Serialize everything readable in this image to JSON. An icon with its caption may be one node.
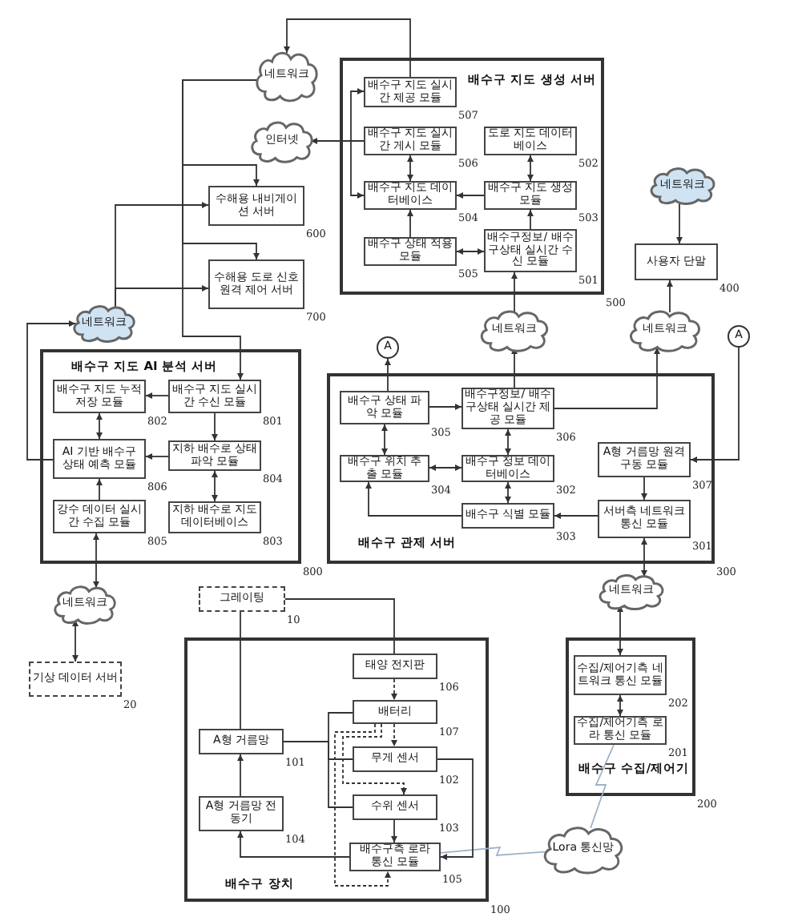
{
  "diagram": {
    "nodes": [
      {
        "text": [
          "네트워크"
        ]
      },
      {
        "text": [
          "인터넷"
        ]
      },
      {
        "text": [
          "배수구 지도 생성 서버"
        ],
        "beside": [
          "500"
        ]
      },
      {
        "text": [
          "배수구 지도 실시간 제공 모듈"
        ],
        "beside": [
          "507"
        ],
        "in": 2
      },
      {
        "text": [
          "배수구 지도 실시간 게시 모듈"
        ],
        "beside": [
          "506"
        ],
        "in": 2
      },
      {
        "text": [
          "도로 지도 데이터베이스"
        ],
        "beside": [
          "502"
        ],
        "in": 2
      },
      {
        "text": [
          "배수구 지도 데이터베이스"
        ],
        "beside": [
          "504"
        ],
        "in": 2
      },
      {
        "text": [
          "배수구 지도 생성 모듈"
        ],
        "beside": [
          "503"
        ],
        "in": 2
      },
      {
        "text": [
          "배수구 상태 적용 모듈"
        ],
        "beside": [
          "505"
        ],
        "in": 2
      },
      {
        "text": [
          "배수구정보/ 배수구상태 실시간 수신 모듈"
        ],
        "beside": [
          "501"
        ],
        "in": 2
      },
      {
        "text": [
          "수해용 내비게이션 서버"
        ],
        "beside": [
          "600"
        ]
      },
      {
        "text": [
          "수해용 도로 신호 원격 제어 서버"
        ],
        "beside": [
          "700"
        ]
      },
      {
        "text": [
          "네트워크"
        ]
      },
      {
        "text": [
          "사용자 단말"
        ],
        "beside": [
          "400"
        ]
      },
      {
        "text": [
          "네트워크"
        ]
      },
      {
        "text": [
          "A"
        ]
      },
      {
        "text": [
          "네트워크"
        ]
      },
      {
        "text": [
          "네트워크"
        ]
      },
      {
        "text": [
          "A"
        ]
      },
      {
        "text": [
          "배수구 지도 AI 분석 서버"
        ],
        "beside": [
          "800"
        ]
      },
      {
        "text": [
          "배수구 지도 실시간 수신 모듈"
        ],
        "beside": [
          "801"
        ],
        "in": 19
      },
      {
        "text": [
          "배수구 지도 누적 저장 모듈"
        ],
        "beside": [
          "802"
        ],
        "in": 19
      },
      {
        "text": [
          "AI 기반 배수구 상태 예측 모듈"
        ],
        "beside": [
          "806"
        ],
        "in": 19
      },
      {
        "text": [
          "지하 배수로 상태 파악 모듈"
        ],
        "beside": [
          "804"
        ],
        "in": 19
      },
      {
        "text": [
          "강수 데이터 실시간 수집 모듈"
        ],
        "beside": [
          "805"
        ],
        "in": 19
      },
      {
        "text": [
          "지하 배수로 지도 데이터베이스"
        ],
        "beside": [
          "803"
        ],
        "in": 19
      },
      {
        "text": [
          "배수구 관제 서버"
        ],
        "beside": [
          "300"
        ]
      },
      {
        "text": [
          "배수구 상태 파악 모듈"
        ],
        "beside": [
          "305"
        ],
        "in": 26
      },
      {
        "text": [
          "배수구정보/ 배수구상태 실시간 제공 모듈"
        ],
        "beside": [
          "306"
        ],
        "in": 26
      },
      {
        "text": [
          "A형 거름망 원격 구동 모듈"
        ],
        "beside": [
          "307"
        ],
        "in": 26
      },
      {
        "text": [
          "배수구 위치 추출 모듈"
        ],
        "beside": [
          "304"
        ],
        "in": 26
      },
      {
        "text": [
          "배수구 정보 데이터베이스"
        ],
        "beside": [
          "302"
        ],
        "in": 26
      },
      {
        "text": [
          "배수구 식별 모듈"
        ],
        "beside": [
          "303"
        ],
        "in": 26
      },
      {
        "text": [
          "서버측 네트워크 통신 모듈"
        ],
        "beside": [
          "301"
        ],
        "in": 26
      },
      {
        "text": [
          "네트워크"
        ]
      },
      {
        "text": [
          "네트워크"
        ]
      },
      {
        "text": [
          "기상 데이터 서버"
        ],
        "beside": [
          "20"
        ]
      },
      {
        "text": [
          "그레이팅"
        ],
        "beside": [
          "10"
        ]
      },
      {
        "text": [
          "배수구 장치"
        ],
        "beside": [
          "100"
        ]
      },
      {
        "text": [
          "태양 전지판"
        ],
        "beside": [
          "106"
        ],
        "in": 38
      },
      {
        "text": [
          "배터리"
        ],
        "beside": [
          "107"
        ],
        "in": 38
      },
      {
        "text": [
          "A형 거름망"
        ],
        "beside": [
          "101"
        ],
        "in": 38
      },
      {
        "text": [
          "무게 센서"
        ],
        "beside": [
          "102"
        ],
        "in": 38
      },
      {
        "text": [
          "수위 센서"
        ],
        "beside": [
          "103"
        ],
        "in": 38
      },
      {
        "text": [
          "A형 거름망 전동기"
        ],
        "beside": [
          "104"
        ],
        "in": 38
      },
      {
        "text": [
          "배수구측 로라 통신 모듈"
        ],
        "beside": [
          "105"
        ],
        "in": 38
      },
      {
        "text": [
          "배수구 수집/제어기"
        ],
        "beside": [
          "200"
        ]
      },
      {
        "text": [
          "수집/제어기측 네트워크 통신 모듈"
        ],
        "beside": [
          "202"
        ],
        "in": 46
      },
      {
        "text": [
          "수집/제어기측 로라 통신 모듈"
        ],
        "beside": [
          "201"
        ],
        "in": 46
      },
      {
        "text": [
          "Lora 통신망"
        ]
      }
    ],
    "edges": [
      {
        "from": 3,
        "to": 0,
        "arrow": "to"
      },
      {
        "from": 0,
        "to": 10,
        "arrow": "to"
      },
      {
        "from": 0,
        "to": 11,
        "arrow": "to"
      },
      {
        "from": 0,
        "to": 20,
        "arrow": "to"
      },
      {
        "from": 4,
        "to": 1,
        "arrow": "to"
      },
      {
        "from": 6,
        "to": 3,
        "arrow": "both"
      },
      {
        "from": 4,
        "to": 6,
        "arrow": "both"
      },
      {
        "from": 5,
        "to": 7,
        "arrow": "both"
      },
      {
        "from": 7,
        "to": 6,
        "arrow": "to"
      },
      {
        "from": 8,
        "to": 6,
        "arrow": "to"
      },
      {
        "from": 8,
        "to": 9,
        "arrow": "both"
      },
      {
        "from": 9,
        "to": 7,
        "arrow": "to"
      },
      {
        "from": 16,
        "to": 9,
        "arrow": "to"
      },
      {
        "from": 12,
        "to": 13,
        "arrow": "to"
      },
      {
        "from": 17,
        "to": 13,
        "arrow": "to"
      },
      {
        "from": 28,
        "to": 16,
        "arrow": "to"
      },
      {
        "from": 28,
        "to": 17,
        "arrow": "to"
      },
      {
        "from": 27,
        "to": 15,
        "arrow": "to"
      },
      {
        "from": 18,
        "to": 29,
        "arrow": "to"
      },
      {
        "from": 27,
        "to": 28,
        "arrow": "to"
      },
      {
        "from": 27,
        "to": 30,
        "arrow": "both"
      },
      {
        "from": 28,
        "to": 31,
        "arrow": "both"
      },
      {
        "from": 30,
        "to": 31,
        "arrow": "both"
      },
      {
        "from": 31,
        "to": 32,
        "arrow": "both"
      },
      {
        "from": 32,
        "to": 30,
        "arrow": "to"
      },
      {
        "from": 33,
        "to": 32,
        "arrow": "to"
      },
      {
        "from": 29,
        "to": 33,
        "arrow": "to"
      },
      {
        "from": 35,
        "to": 33,
        "arrow": "both"
      },
      {
        "from": 35,
        "to": 47,
        "arrow": "both"
      },
      {
        "from": 47,
        "to": 48,
        "arrow": "both"
      },
      {
        "from": 48,
        "to": 49,
        "arrow": "none",
        "color": "#9fb3c8"
      },
      {
        "from": 49,
        "to": 45,
        "arrow": "none",
        "color": "#9fb3c8"
      },
      {
        "from": 22,
        "to": 14,
        "arrow": "to"
      },
      {
        "from": 14,
        "to": 10,
        "arrow": "to"
      },
      {
        "from": 14,
        "to": 11,
        "arrow": "to"
      },
      {
        "from": 20,
        "to": 21,
        "arrow": "to"
      },
      {
        "from": 20,
        "to": 23,
        "arrow": "to"
      },
      {
        "from": 23,
        "to": 22,
        "arrow": "to"
      },
      {
        "from": 21,
        "to": 22,
        "arrow": "both"
      },
      {
        "from": 23,
        "to": 25,
        "arrow": "both"
      },
      {
        "from": 24,
        "to": 22,
        "arrow": "to"
      },
      {
        "from": 34,
        "to": 24,
        "arrow": "both"
      },
      {
        "from": 34,
        "to": 36,
        "arrow": "both"
      },
      {
        "from": 37,
        "to": 41,
        "arrow": "none"
      },
      {
        "from": 37,
        "to": 39,
        "arrow": "none"
      },
      {
        "from": 39,
        "to": 40,
        "arrow": "to",
        "style": "dashed"
      },
      {
        "from": 40,
        "to": 42,
        "arrow": "to",
        "style": "dashed"
      },
      {
        "from": 40,
        "to": 43,
        "arrow": "to",
        "style": "dashed"
      },
      {
        "from": 40,
        "to": 45,
        "arrow": "to",
        "style": "dashed"
      },
      {
        "from": 41,
        "to": 40,
        "arrow": "none"
      },
      {
        "from": 41,
        "to": 42,
        "arrow": "none"
      },
      {
        "from": 41,
        "to": 43,
        "arrow": "none"
      },
      {
        "from": 44,
        "to": 41,
        "arrow": "to"
      },
      {
        "from": 45,
        "to": 44,
        "arrow": "to"
      },
      {
        "from": 42,
        "to": 45,
        "arrow": "to"
      },
      {
        "from": 43,
        "to": 45,
        "arrow": "to"
      }
    ]
  }
}
